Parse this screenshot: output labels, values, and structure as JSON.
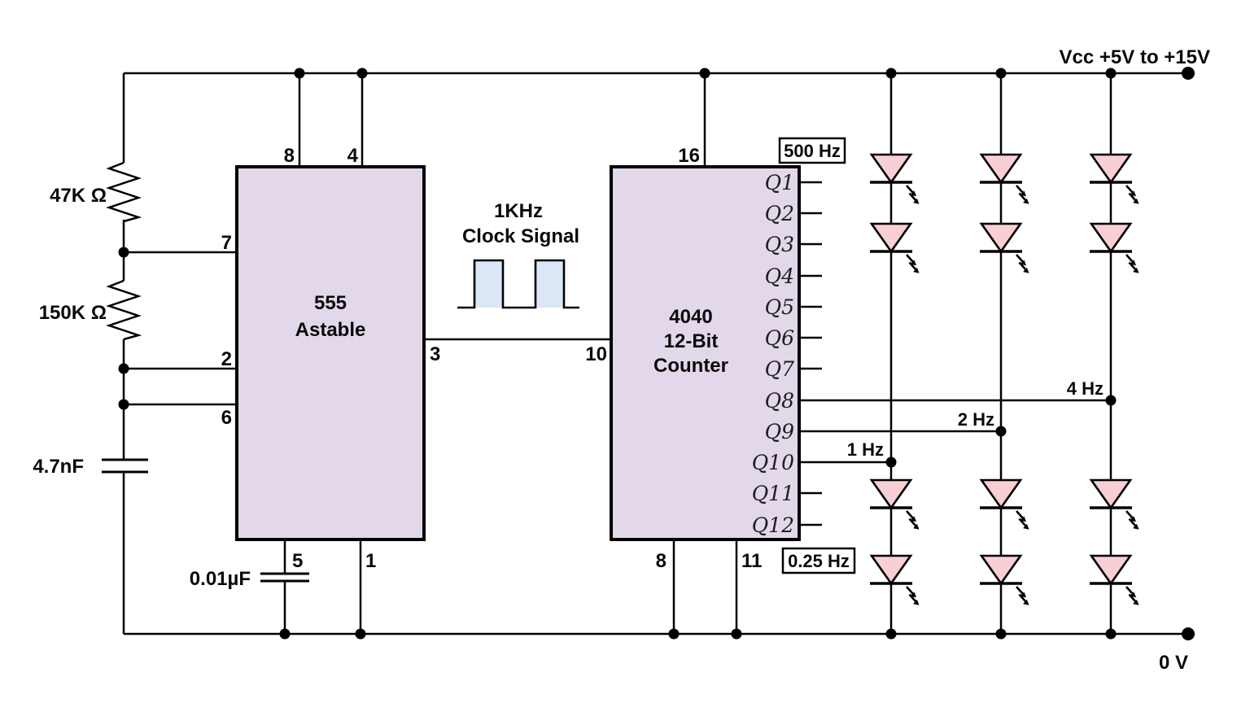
{
  "labels": {
    "vcc": "Vcc +5V to +15V",
    "gnd": "0 V",
    "r1": "47K Ω",
    "r2": "150K Ω",
    "c1": "4.7nF",
    "c2": "0.01µF",
    "clock1": "1KHz",
    "clock2": "Clock Signal",
    "f500": "500 Hz",
    "f4": "4 Hz",
    "f2": "2 Hz",
    "f1": "1 Hz",
    "f025": "0.25 Hz"
  },
  "ic555": {
    "t1": "555",
    "t2": "Astable",
    "pin8": "8",
    "pin4": "4",
    "pin7": "7",
    "pin2": "2",
    "pin6": "6",
    "pin3": "3",
    "pin5": "5",
    "pin1": "1"
  },
  "ic4040": {
    "t1": "4040",
    "t2": "12-Bit",
    "t3": "Counter",
    "pin16": "16",
    "pin10": "10",
    "pin8": "8",
    "pin11": "11",
    "outputs": [
      "Q1",
      "Q2",
      "Q3",
      "Q4",
      "Q5",
      "Q6",
      "Q7",
      "Q8",
      "Q9",
      "Q10",
      "Q11",
      "Q12"
    ]
  },
  "colors": {
    "ic_fill": "#e2d8e9",
    "led_fill": "#f8cfd4",
    "pulse_fill": "#dbe7f7",
    "wire": "#000000"
  }
}
